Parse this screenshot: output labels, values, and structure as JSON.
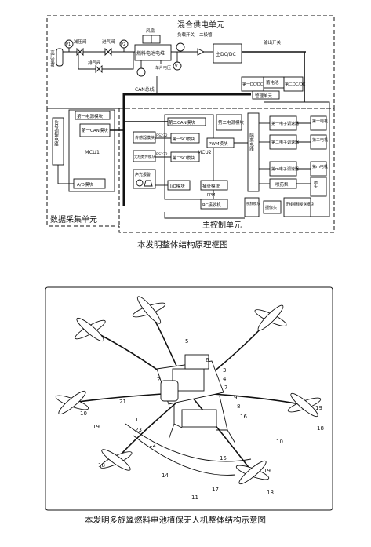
{
  "block_diagram": {
    "unit_power": "混合供电单元",
    "unit_control": "主控制单元",
    "unit_data": "数据采集单元",
    "caption": "本发明整体结构原理框图",
    "labels": {
      "fan": "风扇",
      "p1": "P1",
      "p2": "P2",
      "reducer": "减压阀",
      "intake_valve": "进气阀",
      "exhaust_valve": "排气阀",
      "hydrogen_cylinder": "高压氢瓶",
      "fuel_cell": "燃料电池电堆",
      "stack_current": "单片电压",
      "load_switch": "负载开关",
      "diode": "二极管",
      "dcdc1": "主DC/DC",
      "output_switch": "输出开关",
      "dcdc2": "第一DC/DC",
      "battery": "蓄电池",
      "dcdc3": "第二DC/DC",
      "mgmt": "管理单元",
      "can_bus": "CAN总线",
      "signal_circuit": "信号调理电路",
      "first_can_mcu1": "第一电源模块",
      "first_can": "第一CAN模块",
      "mcu1": "MCU1",
      "ad": "A/D模块",
      "second_can": "第二CAN模块",
      "sensor": "传感器模块",
      "rs232a": "RS232",
      "sci1": "第一SCI模块",
      "wireless": "无线数传模块",
      "rs232b": "RS232",
      "sci2": "第二SCI模块",
      "mcu2": "MCU2",
      "alarm": "声光报警",
      "io": "I/O模块",
      "capture": "捕获模块",
      "ppm": "PPM",
      "rc": "RC接收机",
      "second_power": "第二电源模块",
      "pwm": "PWM模块",
      "isolation": "隔离电路",
      "esc1": "第一电子调速器",
      "esc2": "第二电子调速器",
      "escm": "第m电子调速器",
      "pump": "喷药泵",
      "motor1": "第一电机",
      "motor2": "第二电机",
      "motorm": "第m电机",
      "spray": "喷头",
      "video": "视频模块",
      "camera": "摄像头",
      "wireless_video": "无线视频发送模块"
    }
  },
  "drone_diagram": {
    "caption": "本发明多旋翼燃料电池植保无人机整体结构示意图",
    "part_numbers": [
      "1",
      "2",
      "3",
      "4",
      "5",
      "6",
      "7",
      "8",
      "9",
      "10",
      "10",
      "11",
      "12",
      "14",
      "15",
      "16",
      "17",
      "18",
      "18",
      "18",
      "19",
      "19",
      "19",
      "21",
      "23"
    ]
  }
}
